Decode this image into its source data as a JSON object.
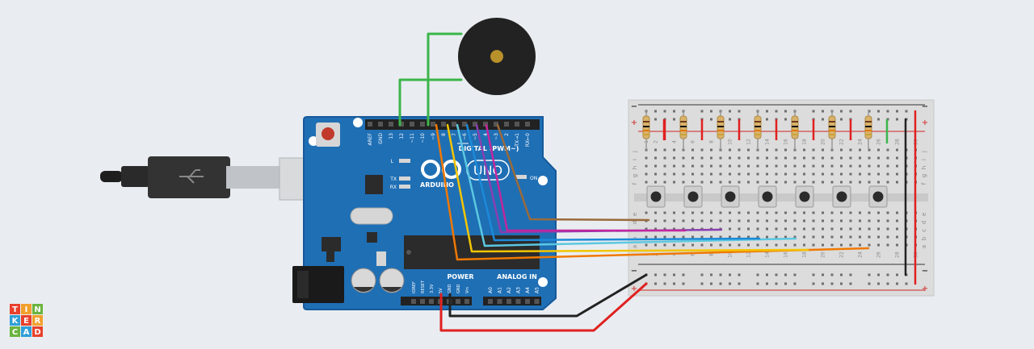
{
  "app": {
    "logo_letters": [
      "T",
      "I",
      "N",
      "K",
      "E",
      "R",
      "C",
      "A",
      "D"
    ],
    "logo_colors": [
      "#e8412c",
      "#f2a02c",
      "#6bb43f",
      "#2f9fd8",
      "#e8412c",
      "#f2a02c",
      "#6bb43f",
      "#2f9fd8",
      "#e8412c"
    ]
  },
  "arduino": {
    "brand": "ARDUINO",
    "model": "UNO",
    "digital_label": "DIGITAL (PWM~)",
    "top_pins": [
      "AREF",
      "GND",
      "13",
      "12",
      "~11",
      "~10",
      "~9",
      "8",
      "7",
      "~6",
      "~5",
      "4",
      "~3",
      "2",
      "TX→1",
      "RX←0"
    ],
    "left_leds": [
      "L",
      "TX",
      "RX"
    ],
    "on_label": "ON",
    "power_label": "POWER",
    "analog_label": "ANALOG IN",
    "power_pins": [
      "IOREF",
      "RESET",
      "3.3V",
      "5V",
      "GND",
      "GND",
      "Vin"
    ],
    "analog_pins": [
      "A0",
      "A1",
      "A2",
      "A3",
      "A4",
      "A5"
    ]
  },
  "breadboard": {
    "plus": "+",
    "minus": "−",
    "row_letters_top": [
      "j",
      "i",
      "h",
      "g",
      "f"
    ],
    "row_letters_bottom": [
      "e",
      "d",
      "c",
      "b",
      "a"
    ],
    "col_numbers": [
      "1",
      "2",
      "4",
      "6",
      "8",
      "10",
      "12",
      "14",
      "16",
      "18",
      "20",
      "22",
      "24",
      "26",
      "28",
      "30"
    ],
    "buttons": 7,
    "resistors": 7
  },
  "colors": {
    "board": "#1f6fb5",
    "wire_green": "#3cb54a",
    "wire_red": "#e02020",
    "wire_black": "#222222",
    "wire_yellow": "#f2c500",
    "wire_orange": "#f07800",
    "wire_cyan": "#5bc8e0",
    "wire_blue": "#1c8ad8",
    "wire_purple": "#8a3fb0",
    "wire_magenta": "#c1279e",
    "wire_brown": "#9a6a3a"
  }
}
